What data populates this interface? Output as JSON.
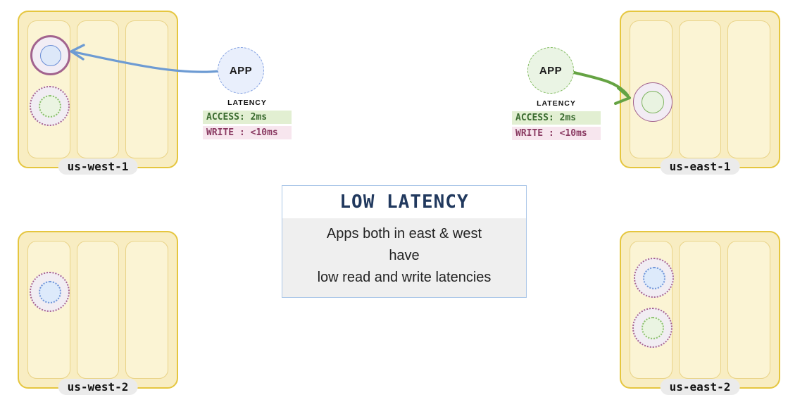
{
  "regions": [
    {
      "label": "us-west-1"
    },
    {
      "label": "us-east-1"
    },
    {
      "label": "us-west-2"
    },
    {
      "label": "us-east-2"
    }
  ],
  "app_west": {
    "label": "APP"
  },
  "app_east": {
    "label": "APP"
  },
  "latency_west": {
    "heading": "LATENCY",
    "access": "ACCESS: 2ms",
    "write": "WRITE : <10ms"
  },
  "latency_east": {
    "heading": "LATENCY",
    "access": "ACCESS: 2ms",
    "write": "WRITE : <10ms"
  },
  "info_box": {
    "title": "LOW LATENCY",
    "lines": [
      "Apps both in east & west",
      "have",
      "low read and write latencies"
    ]
  },
  "colors": {
    "region_fill": "#f8edc2",
    "region_border": "#e5c63f",
    "zone_fill": "#fbf4d4",
    "zone_border": "#e9d387",
    "leader_ring": "#a2638e",
    "blue_node_border": "#6c8fd6",
    "green_node_border": "#7db35f",
    "app_west_border": "#84a2e2",
    "app_east_border": "#84bd63",
    "arrow_west": "#6d9bd3",
    "arrow_east": "#65a343",
    "access_bg": "#e2efd2",
    "access_text": "#3a6b2f",
    "write_bg": "#f7e6ee",
    "write_text": "#8a3a62",
    "title_color": "#21395e"
  }
}
